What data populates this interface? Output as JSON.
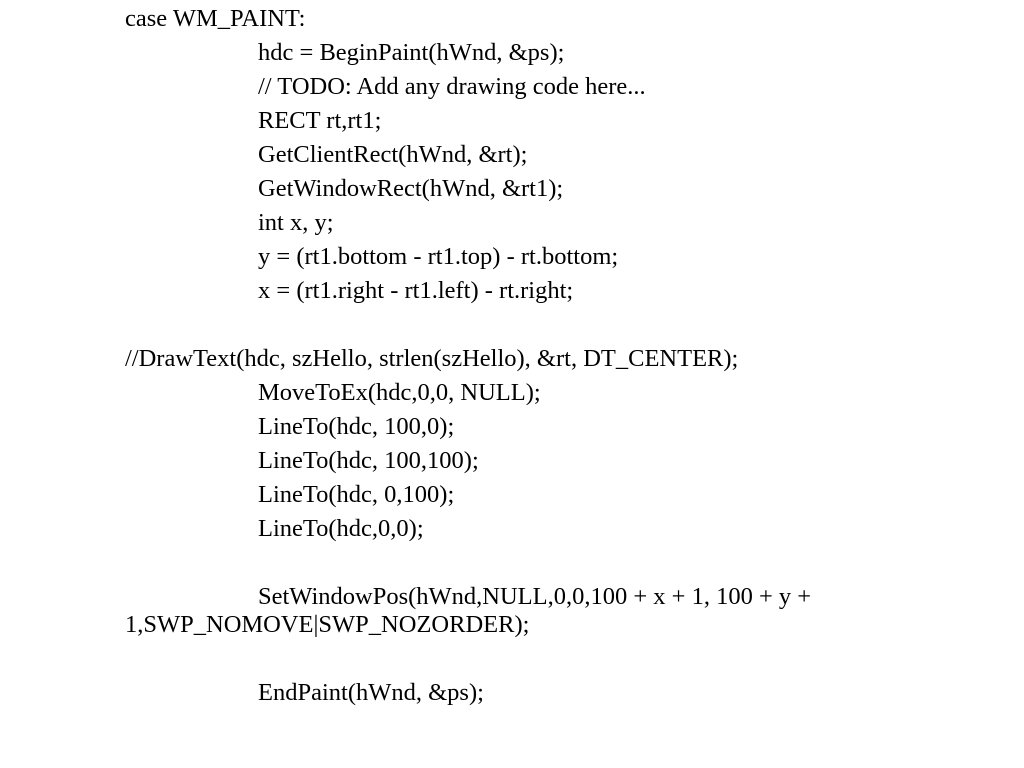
{
  "slide": {
    "lines": [
      "case WM_PAINT:",
      "hdc = BeginPaint(hWnd, &ps);",
      "// TODO: Add any drawing code here...",
      "RECT rt,rt1;",
      "GetClientRect(hWnd, &rt);",
      "GetWindowRect(hWnd, &rt1);",
      "int x, y;",
      "y = (rt1.bottom - rt1.top) - rt.bottom;",
      "x = (rt1.right - rt1.left) - rt.right;",
      "//DrawText(hdc, szHello, strlen(szHello), &rt, DT_CENTER);",
      "MoveToEx(hdc,0,0, NULL);",
      "LineTo(hdc, 100,0);",
      "LineTo(hdc, 100,100);",
      "LineTo(hdc, 0,100);",
      "LineTo(hdc,0,0);",
      "SetWindowPos(hWnd,NULL,0,0,100 + x + 1, 100 + y +",
      "1,SWP_NOMOVE|SWP_NOZORDER);",
      "EndPaint(hWnd, &ps);"
    ]
  }
}
